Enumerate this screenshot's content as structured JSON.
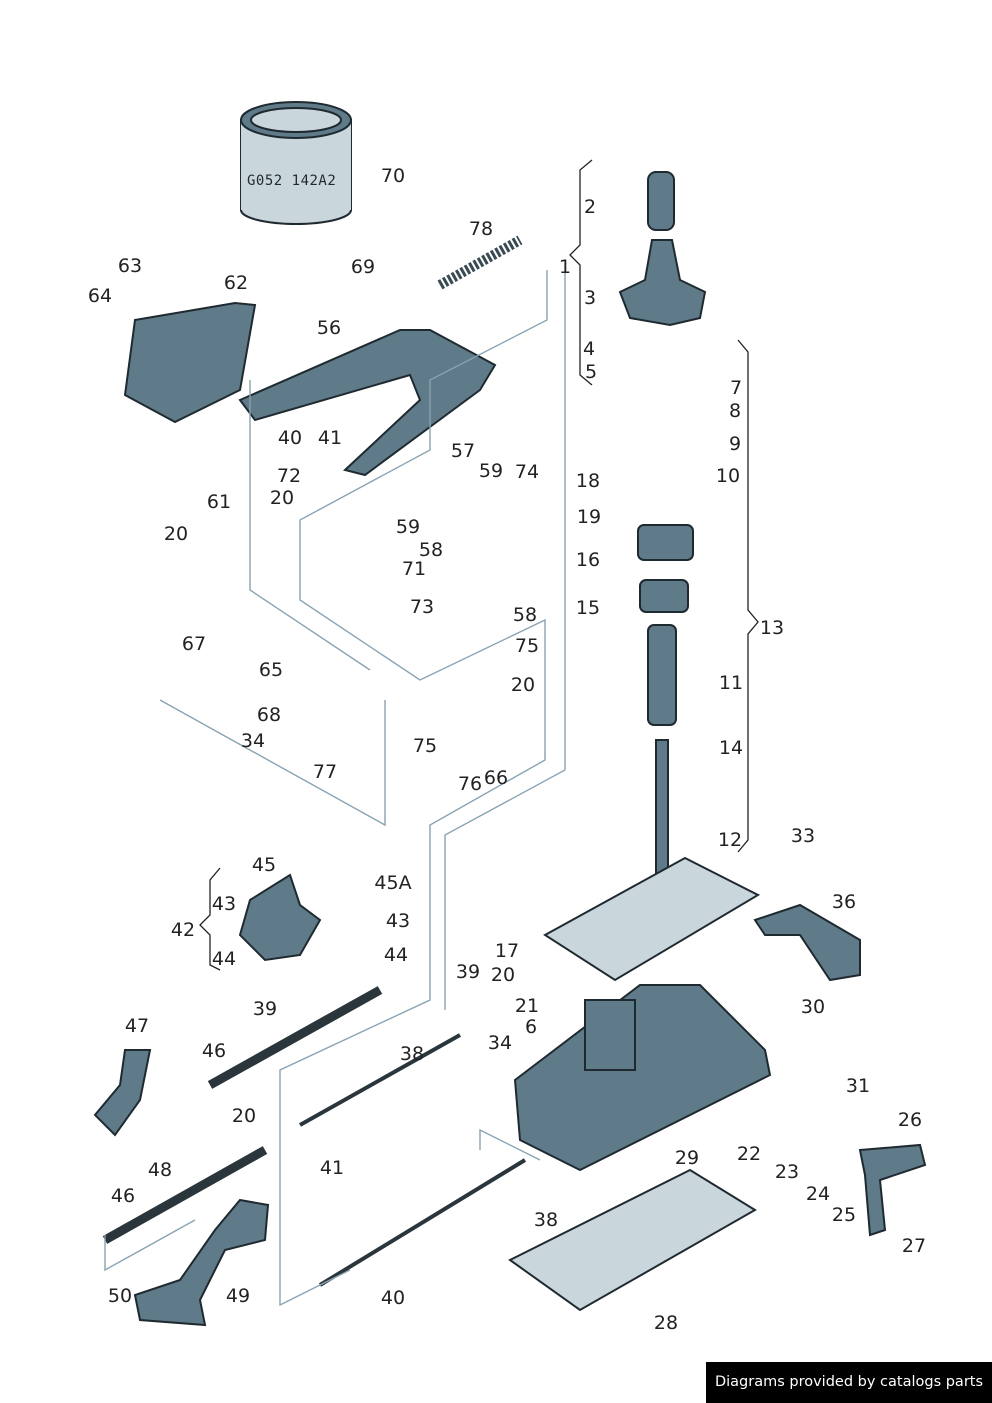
{
  "diagram": {
    "can_marking": "G052 142A2",
    "labels": [
      "70",
      "78",
      "69",
      "63",
      "62",
      "64",
      "56",
      "2",
      "1",
      "3",
      "4",
      "5",
      "7",
      "8",
      "9",
      "10",
      "40",
      "41",
      "57",
      "72",
      "59",
      "74",
      "18",
      "19",
      "61",
      "20",
      "20",
      "59",
      "58",
      "16",
      "71",
      "73",
      "15",
      "58",
      "13",
      "67",
      "75",
      "65",
      "11",
      "20",
      "68",
      "34",
      "14",
      "75",
      "77",
      "66",
      "76",
      "12",
      "33",
      "45",
      "45A",
      "36",
      "43",
      "43",
      "42",
      "44",
      "44",
      "17",
      "39",
      "20",
      "39",
      "30",
      "21",
      "47",
      "6",
      "34",
      "46",
      "38",
      "31",
      "20",
      "26",
      "29",
      "22",
      "48",
      "41",
      "23",
      "46",
      "24",
      "25",
      "38",
      "27",
      "50",
      "49",
      "40",
      "28"
    ],
    "part_color": "#5f7a88",
    "guide_color": "#8aa3b2"
  },
  "footer": {
    "text": "Diagrams provided by catalogs parts"
  }
}
